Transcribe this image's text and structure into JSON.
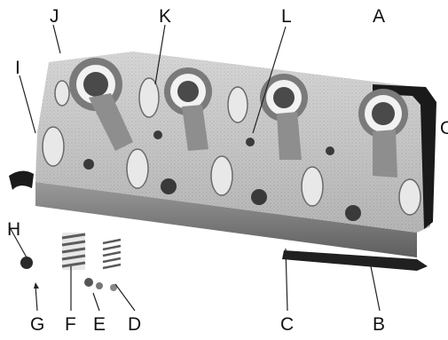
{
  "labels": {
    "J": "J",
    "K": "K",
    "L": "L",
    "A": "A",
    "I": "I",
    "H": "H",
    "G": "G",
    "F": "F",
    "E": "E",
    "D": "D",
    "C": "C",
    "B": "B",
    "O": "O"
  },
  "colors": {
    "metal_light": "#d7d7d7",
    "metal_mid": "#a9a9a9",
    "metal_dark": "#5a5a5a",
    "shadow": "#1a1a1a",
    "background": "#ffffff"
  }
}
